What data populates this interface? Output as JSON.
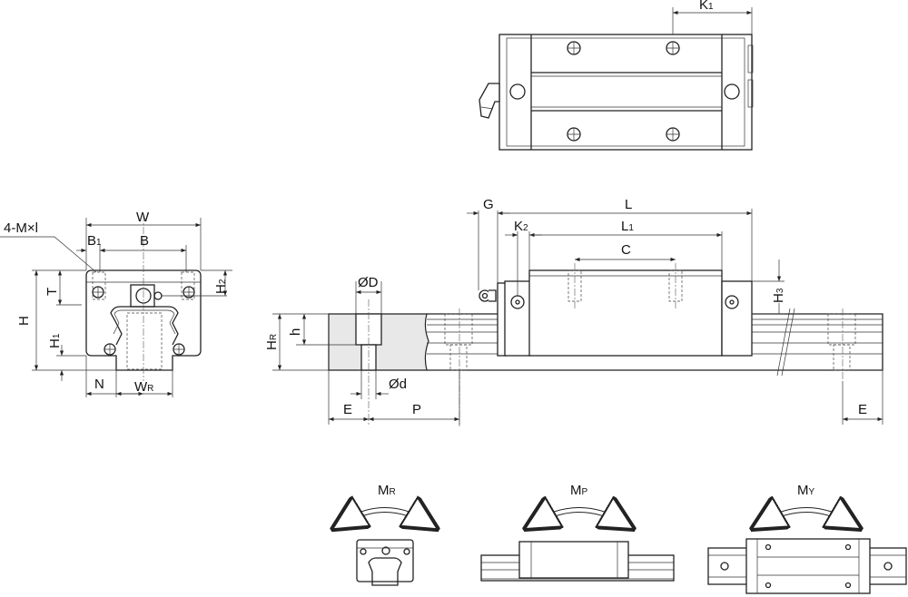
{
  "labels": {
    "k1": {
      "main": "K",
      "sub": "1"
    },
    "w": "W",
    "b1": {
      "main": "B",
      "sub": "1"
    },
    "b": "B",
    "m_l": "4-M×l",
    "t": "T",
    "h": "H",
    "h2": {
      "main": "H",
      "sub": "2"
    },
    "h1": {
      "main": "H",
      "sub": "1"
    },
    "n": "N",
    "wr": {
      "main": "W",
      "sub": "R"
    },
    "od": "ØD",
    "h_small": "h",
    "hr": {
      "main": "H",
      "sub": "R"
    },
    "od_small": "Ød",
    "e_left": "E",
    "p": "P",
    "g": "G",
    "l": "L",
    "l1": {
      "main": "L",
      "sub": "1"
    },
    "k2": {
      "main": "K",
      "sub": "2"
    },
    "c": "C",
    "h3": {
      "main": "H",
      "sub": "3"
    },
    "e_right": "E",
    "mr": {
      "main": "M",
      "sub": "R"
    },
    "mp": {
      "main": "M",
      "sub": "P"
    },
    "my": {
      "main": "M",
      "sub": "Y"
    }
  }
}
